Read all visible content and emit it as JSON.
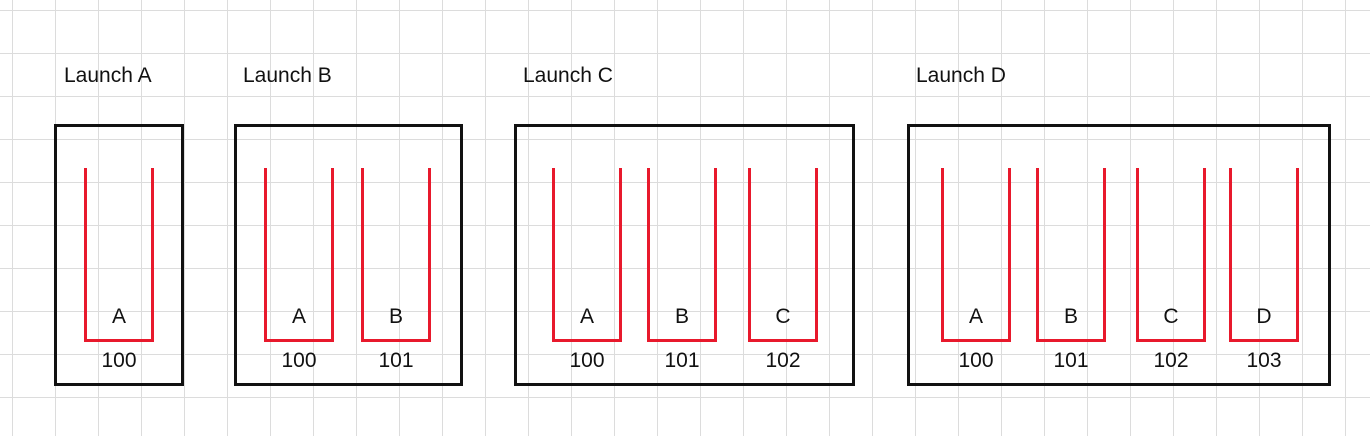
{
  "accent_colors": {
    "box": "#111111",
    "slot": "#e8192c",
    "grid": "#dcdcdc"
  },
  "launches": [
    {
      "title": "Launch A",
      "slots": [
        {
          "letter": "A",
          "number": "100"
        }
      ]
    },
    {
      "title": "Launch B",
      "slots": [
        {
          "letter": "A",
          "number": "100"
        },
        {
          "letter": "B",
          "number": "101"
        }
      ]
    },
    {
      "title": "Launch C",
      "slots": [
        {
          "letter": "A",
          "number": "100"
        },
        {
          "letter": "B",
          "number": "101"
        },
        {
          "letter": "C",
          "number": "102"
        }
      ]
    },
    {
      "title": "Launch D",
      "slots": [
        {
          "letter": "A",
          "number": "100"
        },
        {
          "letter": "B",
          "number": "101"
        },
        {
          "letter": "C",
          "number": "102"
        },
        {
          "letter": "D",
          "number": "103"
        }
      ]
    }
  ]
}
